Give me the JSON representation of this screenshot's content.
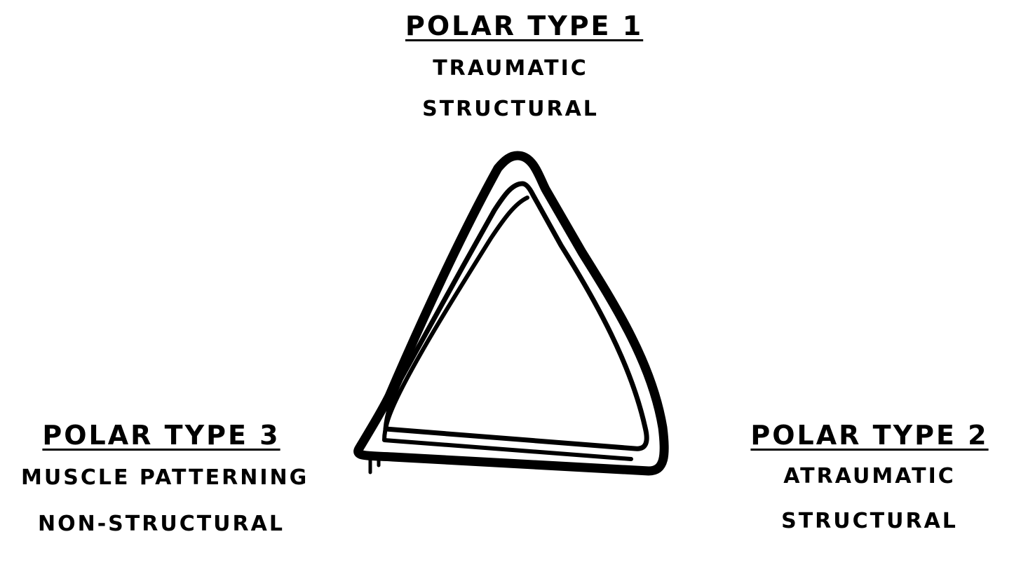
{
  "diagram": {
    "nodes": [
      {
        "id": "type1",
        "title": "POLAR TYPE 1",
        "lines": [
          "TRAUMATIC",
          "STRUCTURAL"
        ]
      },
      {
        "id": "type2",
        "title": "POLAR TYPE 2",
        "lines": [
          "ATRAUMATIC",
          "STRUCTURAL"
        ]
      },
      {
        "id": "type3",
        "title": "POLAR TYPE 3",
        "lines": [
          "MUSCLE PATTERNING",
          "NON-STRUCTURAL"
        ]
      }
    ],
    "colors": {
      "ink": "#000000",
      "background": "#ffffff"
    }
  }
}
